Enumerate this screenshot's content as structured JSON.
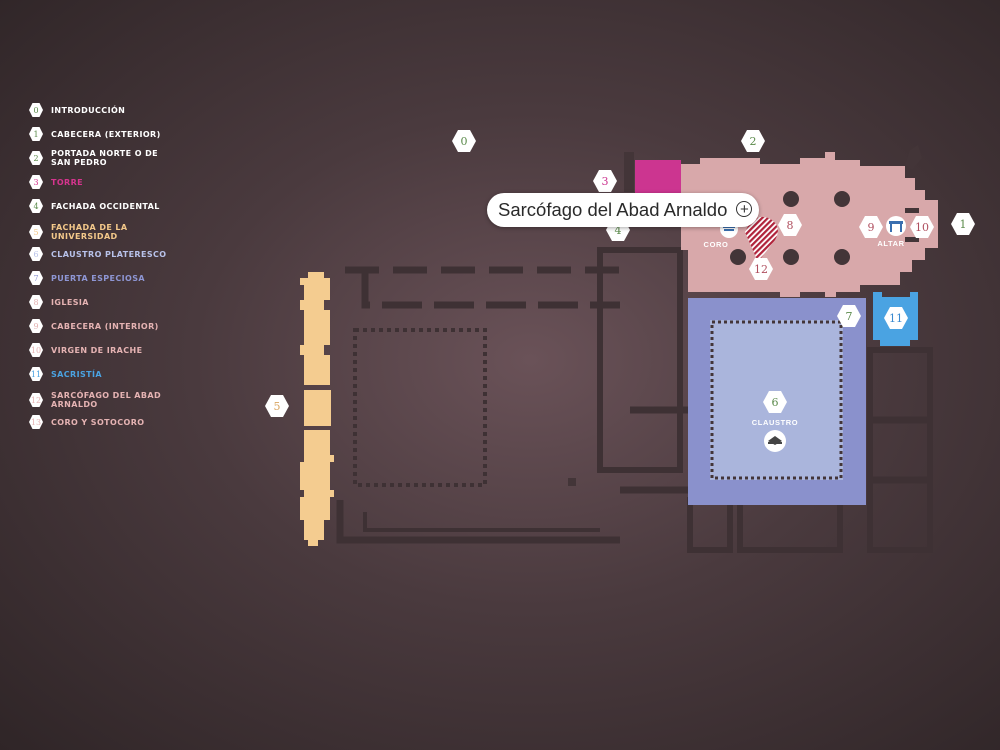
{
  "legend": {
    "items": [
      {
        "num": "0",
        "label": "INTRODUCCIÓN",
        "color": "#ffffff"
      },
      {
        "num": "1",
        "label": "CABECERA (EXTERIOR)",
        "color": "#ffffff"
      },
      {
        "num": "2",
        "label": "PORTADA NORTE O DE SAN PEDRO",
        "color": "#ffffff"
      },
      {
        "num": "3",
        "label": "TORRE",
        "color": "#d6348e"
      },
      {
        "num": "4",
        "label": "FACHADA OCCIDENTAL",
        "color": "#ffffff"
      },
      {
        "num": "5",
        "label": "FACHADA DE LA UNIVERSIDAD",
        "color": "#f4c98a"
      },
      {
        "num": "6",
        "label": "CLAUSTRO PLATERESCO",
        "color": "#b8c2ea"
      },
      {
        "num": "7",
        "label": "PUERTA ESPECIOSA",
        "color": "#8e96d4"
      },
      {
        "num": "8",
        "label": "IGLESIA",
        "color": "#e5b3b3"
      },
      {
        "num": "9",
        "label": "CABECERA (INTERIOR)",
        "color": "#e5b3b3"
      },
      {
        "num": "10",
        "label": "VIRGEN DE IRACHE",
        "color": "#e5b3b3"
      },
      {
        "num": "11",
        "label": "SACRISTÍA",
        "color": "#4aa3e2"
      },
      {
        "num": "12",
        "label": "SARCÓFAGO DEL ABAD ARNALDO",
        "color": "#e5b3b3"
      },
      {
        "num": "13",
        "label": "CORO Y SOTOCORO",
        "color": "#e5b3b3"
      }
    ]
  },
  "map": {
    "markers": {
      "m0": "0",
      "m1": "1",
      "m2": "2",
      "m3": "3",
      "m4": "4",
      "m5": "5",
      "m6": "6",
      "m7": "7",
      "m8": "8",
      "m9": "9",
      "m10": "10",
      "m11": "11",
      "m12": "12"
    },
    "labels": {
      "coro": "CORO",
      "altar": "ALTAR",
      "claustro": "CLAUSTRO"
    }
  },
  "tooltip": {
    "title": "Sarcófago del Abad Arnaldo",
    "plus": "+"
  },
  "colors": {
    "iglesia": "#d8a8aa",
    "torre": "#cc3590",
    "claustro_outer": "#8a91cc",
    "claustro_inner": "#aab5dc",
    "sacristia": "#4aa3e2",
    "universidad": "#f4cc90",
    "walls": "#433538",
    "sarcofago": "#b0223a"
  }
}
